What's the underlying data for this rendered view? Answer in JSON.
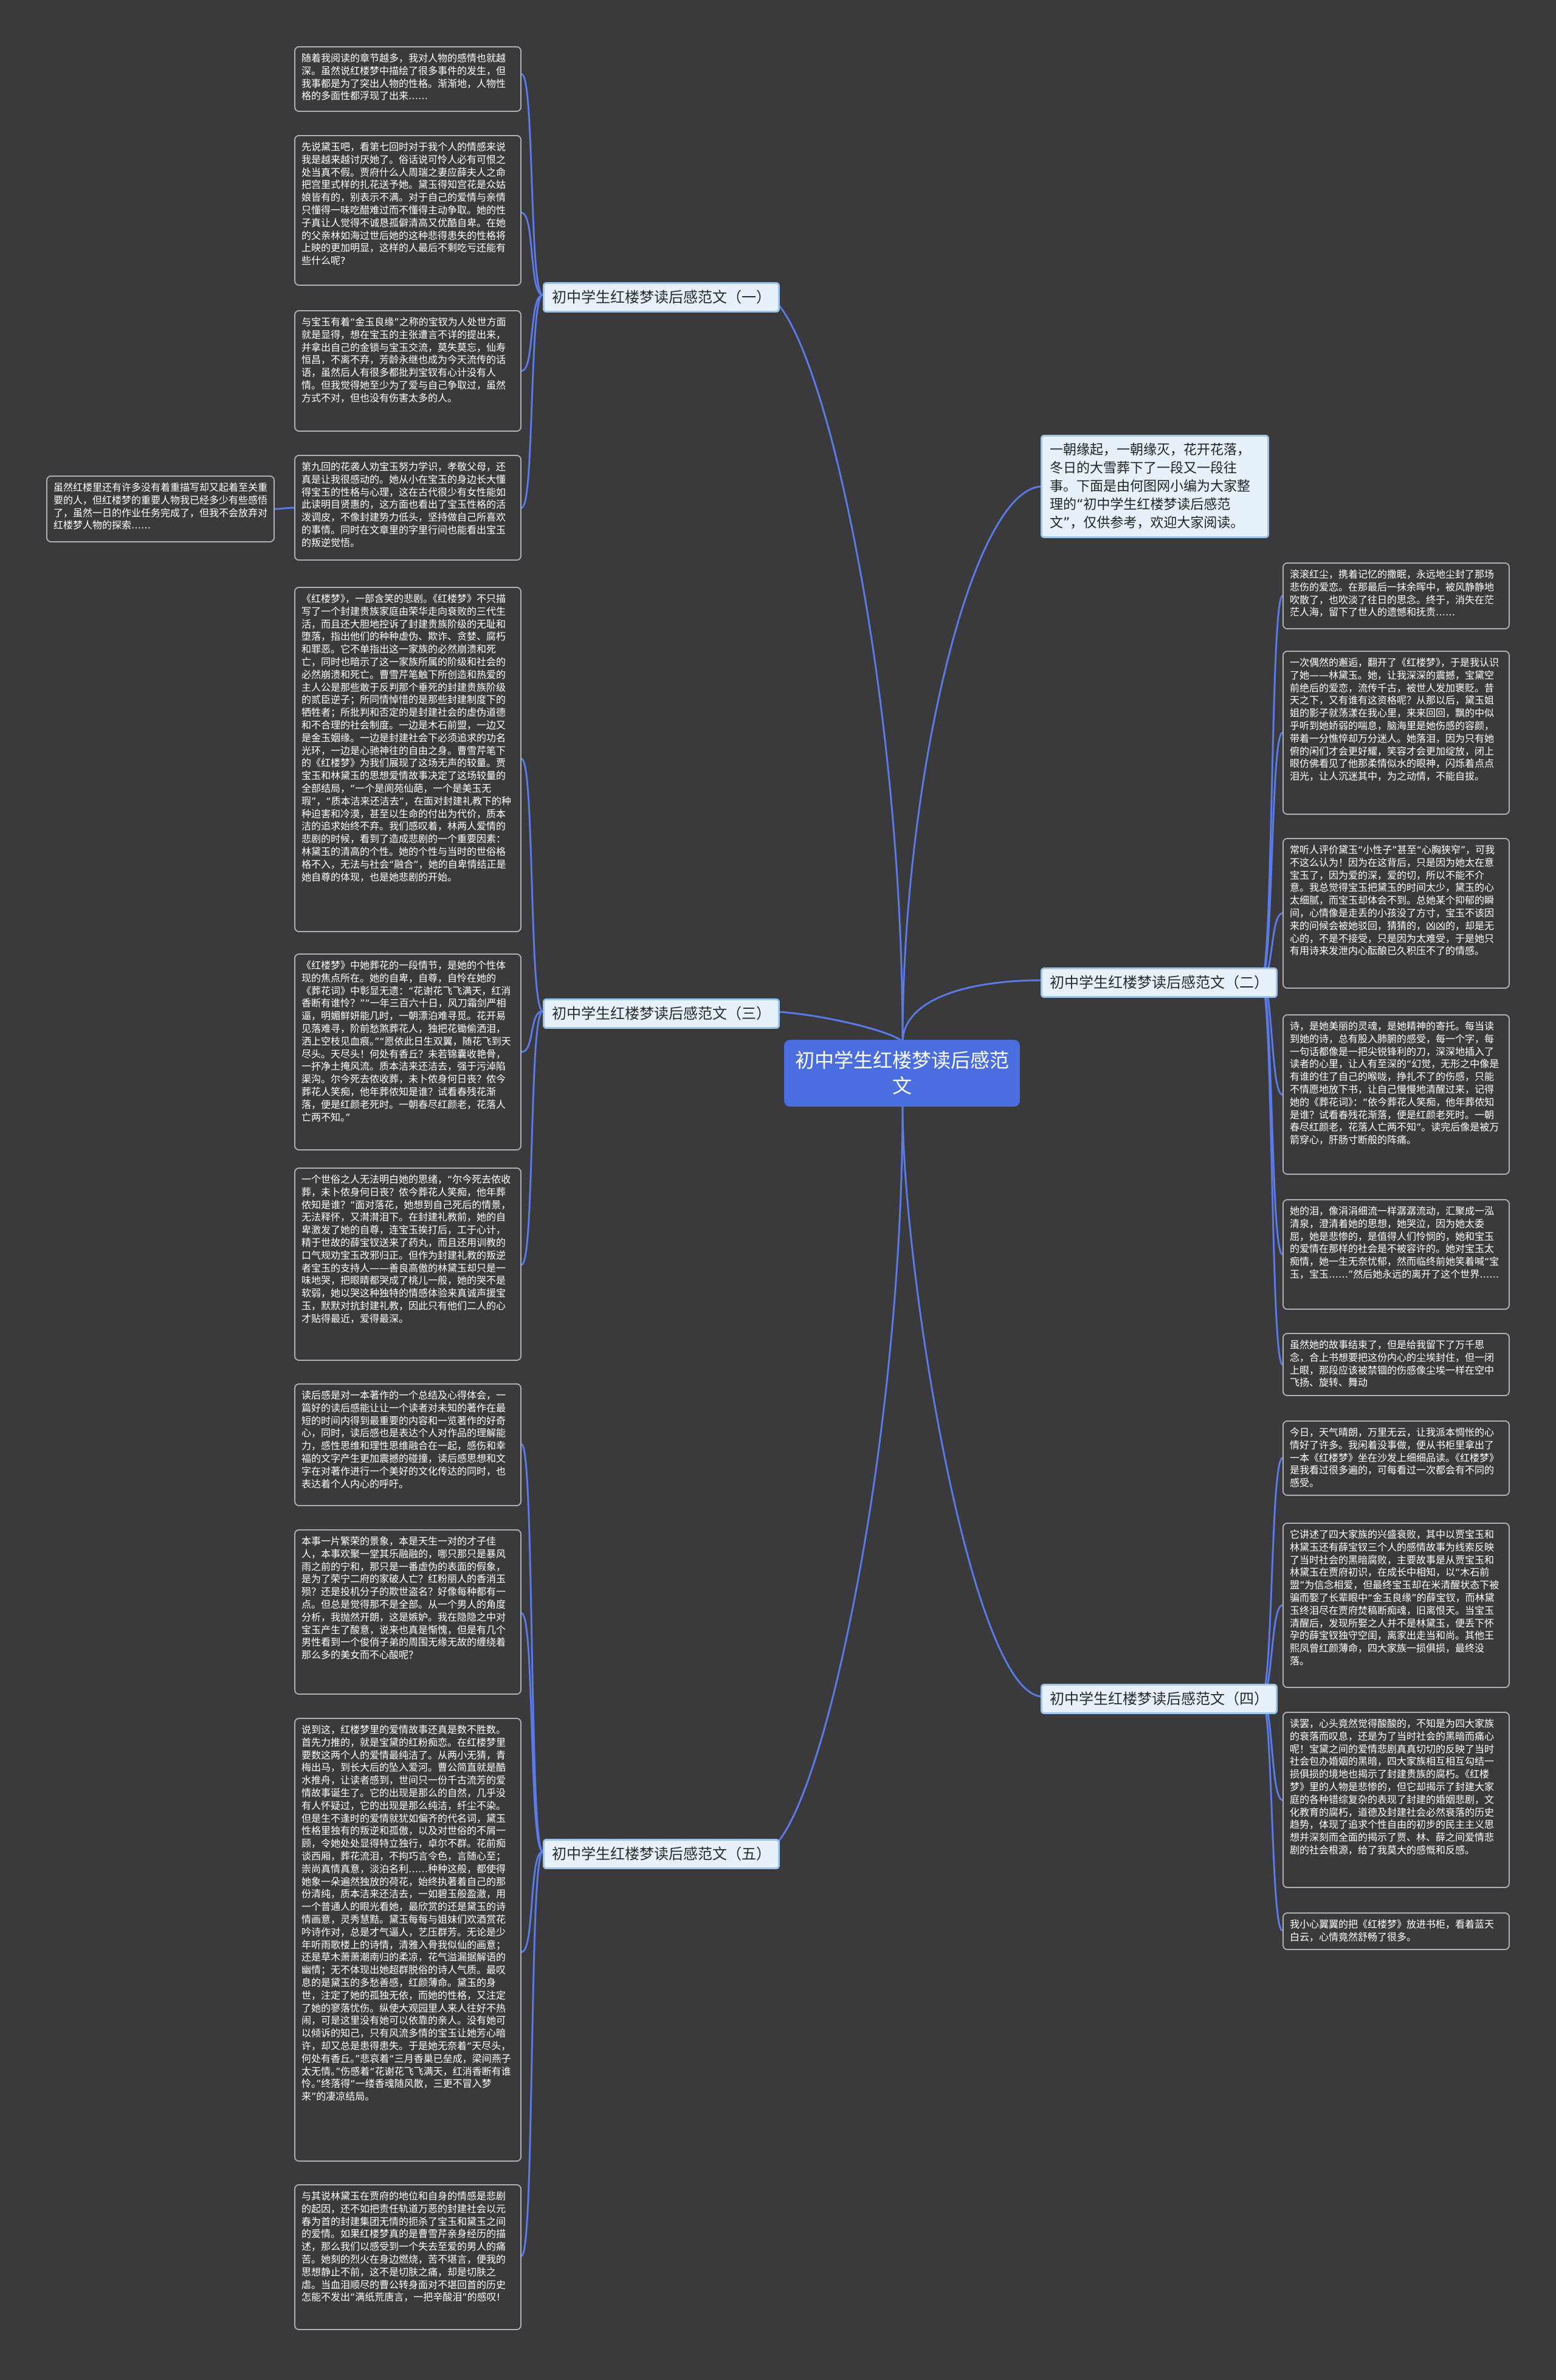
{
  "root": {
    "label": "初中学生红楼梦读后感范文"
  },
  "intro": {
    "text": "一朝缘起，一朝缘灭，花开花落，冬日的大雪葬下了一段又一段往事。下面是由何图网小编为大家整理的“初中学生红楼梦读后感范文”，仅供参考，欢迎大家阅读。"
  },
  "branches": [
    {
      "label": "初中学生红楼梦读后感范文（一）"
    },
    {
      "label": "初中学生红楼梦读后感范文（二）"
    },
    {
      "label": "初中学生红楼梦读后感范文（三）"
    },
    {
      "label": "初中学生红楼梦读后感范文（四）"
    },
    {
      "label": "初中学生红楼梦读后感范文（五）"
    }
  ],
  "leaves": {
    "b1": [
      "随着我阅读的章节越多，我对人物的感情也就越深。虽然说红楼梦中描绘了很多事件的发生，但我事都是为了突出人物的性格。渐渐地，人物性格的多面性都浮现了出来……",
      "先说黛玉吧，看第七回时对于我个人的情感来说我是越来越讨厌她了。俗话说可怜人必有可恨之处当真不假。贾府什么人周瑞之妻应薛夫人之命把宫里式样的扎花送予她。黛玉得知宫花是众姑娘皆有的，别表示不满。对于自己的爱情与亲情只懂得一味吃醋难过而不懂得主动争取。她的性子真让人觉得不诚恳孤僻清高又优酷自卑。在她的父亲林如海过世后她的这种悲得患失的性格将上映的更加明显，这样的人最后不剩吃亏还能有些什么呢?",
      "与宝玉有着“金玉良缘”之称的宝钗为人处世方面就是显得，想在宝玉的主张遭言不详的提出来，并拿出自己的金锁与宝玉交流，莫失莫忘，仙寿恒昌，不离不弃，芳龄永继也成为今天流传的话语，虽然后人有很多都批判宝钗有心计没有人情。但我觉得她至少为了爱与自己争取过，虽然方式不对，但也没有伤害太多的人。",
      "第九回的花袭人劝宝玉努力学识，孝敬父母，还真是让我很感动的。她从小在宝玉的身边长大懂得宝玉的性格与心理，这在古代很少有女性能如此读明目贤惠的，这方面也看出了宝玉性格的活泼调皮，不像封建势力低头，坚持做自己所喜欢的事情。同时在文章里的字里行间也能看出宝玉的叛逆觉悟。"
    ],
    "b1_sub": "虽然红楼里还有许多没有着重描写却又起着至关重要的人，但红楼梦的重要人物我已经多少有些感悟了，虽然一日的作业任务完成了，但我不会放弃对红楼梦人物的探索……",
    "b2": [
      "滚滚红尘，携着记忆的撒眠，永远地尘封了那场悲伤的爱恋。在那最后一抹余晖中，被风静静地吹散了，也吹淡了往日的思念。终于，消失在茫茫人海，留下了世人的遗憾和抚责……",
      "一次偶然的邂逅，翻开了《红楼梦》，于是我认识了她——林黛玉。她，让我深深的震撼，宝黛空前绝后的爱恋，流传千古，被世人发加褒贬。昔天之下，又有谁有这资格呢？从那以后，黛玉姐姐的影子就荡漾在我心里，来来回回，飘的中似乎听到她娇弱的喘息，脑海里是她伤感的容颜，带着一分憔悴却万分迷人。她落泪，因为只有她俯的闲们才会更好耀，笑容才会更加绽放，闭上眼仿佛看见了他那柔情似水的眼神，闪烁着点点泪光，让人沉迷其中，为之动情，不能自拔。",
      "常听人评价黛玉“小性子”甚至“心胸狭窄”，可我不这么认为！因为在这背后，只是因为她太在意宝玉了，因为爱的深，爱的切，所以不能不介意。我总觉得宝玉把黛玉的时间太少，黛玉的心太细腻，而宝玉却体会不到。总她某个抑郁的瞬间，心情像是走丢的小孩没了方寸，宝玉不该因来的问候会被她驳回，猜猜的，凶凶的，却是无心的，不是不接受，只是因为太难受，于是她只有用诗来发泄内心酝酿已久积压不了的情感。",
      "诗，是她美丽的灵魂，是她精神的寄托。每当读到她的诗，总有股入肺腑的感受，每一个字，每一句话都像是一把尖锐锋利的刀，深深地插入了读者的心里，让人有至深的“幻觉，无形之中像是有谁的住了自己的喉咙，挣扎不了的伤感，只能不情愿地放下书，让自己慢慢地清醒过来，记得她的《葬花词》：“依今葬花人笑痴，他年葬侬知是谁？试看春残花渐落，便是红颜老死时。一朝春尽红颜老，花落人亡两不知”。读完后像是被万箭穿心，肝肠寸断般的阵痛。",
      "她的泪，像涓涓细流一样潺潺流动，汇聚成一泓清泉，澄清着她的思想，她哭泣，因为她太委屈，她是悲惨的，是值得人们怜悯的，她和宝玉的爱情在那样的社会是不被容许的。她对宝玉太痴情，她一生无奈忧郁，然而临终前她笑着喊“宝玉，宝玉……”然后她永远的离开了这个世界……",
      "虽然她的故事结束了，但是给我留下了万千思念，合上书想要把这份内心的尘埃封住，但一闭上眼，那段应该被禁锢的伤感像尘埃一样在空中飞扬、旋转、舞动"
    ],
    "b3": [
      "《红楼梦》，一部含笑的悲剧。《红楼梦》不只描写了一个封建贵族家庭由荣华走向衰败的三代生活，而且还大胆地控诉了封建贵族阶级的无耻和堕落，指出他们的种种虚伪、欺诈、贪婪、腐朽和罪恶。它不单指出这一家族的必然崩溃和死亡，同时也暗示了这一家族所属的阶级和社会的必然崩溃和死亡。曹雪芹笔触下所创造和热爱的主人公是那些敢于反判那个垂死的封建贵族阶级的贰臣逆子；所同情悼惜的是那些封建制度下的牺牲者；所批判和否定的是封建社会的虚伪道德和不合理的社会制度。一边是木石前盟，一边又是金玉姻缘。一边是封建社会下必须追求的功名光环，一边是心驰神往的自由之身。曹雪芹笔下的《红楼梦》为我们展现了这场无声的较量。贾宝玉和林黛玉的思想爱情故事决定了这场较量的全部结局，“一个是阆苑仙葩，一个是美玉无瑕”，“质本洁来还洁去”，在面对封建礼教下的种种迫害和冷漠，甚至以生命的付出为代价，质本洁的追求始终不弃。我们感叹着，林两人爱情的悲剧的时候，看到了造成悲剧的一个重要因素：林黛玉的清高的个性。她的个性与当时的世俗格格不入，无法与社会“融合”，她的自卑情结正是她自尊的体现，也是她悲剧的开始。",
      "《红楼梦》中她葬花的一段情节，是她的个性体现的焦点所在。她的自卑，自尊，自怜在她的《葬花词》中彰显无遗：“花谢花飞飞满天，红消香断有谁怜？”“一年三百六十日，风刀霜剑严相逼，明媚鲜妍能几时，一朝漂泊难寻觅。花开易见落难寻，阶前愁煞葬花人，独把花锄偷洒泪，洒上空枝见血痕。”“愿依此日生双翼，随花飞到天尽头。天尽头！何处有香丘？未若锦囊收艳骨，一抔净土掩风流。质本洁来还洁去，强于污淖陷渠沟。尔今死去侬收葬，未卜侬身何日丧？侬今葬花人笑痴，他年葬侬知是谁？试看春残花渐落，便是红颜老死时。一朝春尽红颜老，花落人亡两不知。”",
      "一个世俗之人无法明白她的思绪，“尔今死去侬收葬，未卜侬身何日丧？侬今葬花人笑痴，他年葬侬知是谁？”面对落花，她想到自己死后的情景，无法释怀，又潸潸泪下。在封建礼教前，她的自卑激发了她的自尊，连宝玉挨打后，工于心计，精于世故的薛宝钗送来了药丸，而且还用训教的口气规劝宝玉改邪归正。但作为封建礼教的叛逆者宝玉的支持人——善良高傲的林黛玉却只是一味地哭，把眼睛都哭成了桃儿一般，她的哭不是软弱，她以哭这种独特的情感体验来真诚声援宝玉，默默对抗封建礼教，因此只有他们二人的心才贴得最近，爱得最深。"
    ],
    "b4": [
      "今日，天气晴朗，万里无云，让我派本惆怅的心情好了许多。我闲着没事做，便从书柜里拿出了一本《红楼梦》坐在沙发上细细品读。《红楼梦》是我看过很多遍的，可每看过一次都会有不同的感受。",
      "它讲述了四大家族的兴盛衰败，其中以贾宝玉和林黛玉还有薛宝钗三个人的感情故事为线索反映了当时社会的黑暗腐败，主要故事是从贾宝玉和林黛玉在贾府初识，在成长中相知，以“木石前盟”为信念相爱，但最终宝玉却在米清醒状态下被骗而娶了长辈眼中“金玉良缘”的薛宝钗，而林黛玉终泪尽在贾府焚稿断痴魂，旧离恨天。当宝玉清醒后，发现所娶之人并不是林黛玉，便丢下怀孕的薛宝钗独守空闺，离家出走当和尚。其他王熙凤曾红颜薄命，四大家族一损俱损，最终没落。",
      "读罢，心头竟然觉得酸酸的，不知是为四大家族的衰落而叹息，还是为了当时社会的黑暗而痛心呢！宝黛之间的爱情悲剧真真切切的反映了当时社会包办婚姻的黑暗，四大家族相互相互勾结一损俱损的境地也揭示了封建贵族的腐朽。《红楼梦》里的人物是悲惨的，但它却揭示了封建大家庭的各种错综复杂的表现了封建的婚姻悲剧，文化教育的腐朽，道德及封建社会必然衰落的历史趋势，体现了追求个性自由的初步的民主主义思想并深刻而全面的揭示了贾、林、薛之间爱情悲剧的社会根源，给了我莫大的感慨和反感。",
      "我小心翼翼的把《红楼梦》放进书柜，看着蓝天白云，心情竟然舒畅了很多。"
    ],
    "b5": [
      "读后感是对一本著作的一个总结及心得体会，一篇好的读后感能让让一个读者对未知的著作在最短的时间内得到最重要的内容和一览著作的好奇心，同时，读后感也是表达个人对作品的理解能力，感性思维和理性思维融合在一起，感伤和幸福的文字产生更加震撼的碰撞，读后感思想和文字在对著作进行一个美好的文化传达的同时，也表达着个人内心的呼吁。",
      "本事一片繁荣的景象，本是天生一对的才子佳人，本事欢聚一堂其乐融融的，哪只那只是暴风雨之前的宁和，那只是一番虚伪的表面的假象，是为了荣宁二府的家破人亡？红粉丽人的香消玉殒？还是投机分子的欺世盗名？好像每种都有一点。但总是觉得那不是全部。从一个男人的角度分析，我抛然开朗，这是嫉妒。我在隐隐之中对宝玉产生了酸意，说来也真是惭愧，但是有几个男性看到一个俊俏子弟的周围无缘无故的缠绕着那么多的美女而不心酸呢？",
      "说到这，红楼梦里的爱情故事还真是数不胜数。首先力推的，就是宝黛的红粉痴恋。在红楼梦里要数这两个人的爱情最纯洁了。从两小无猜，青梅出马，到长大后的坠入爱河。曹公简直就是酷水推舟，让读者感到，世间只一份千古流芳的爱情故事诞生了。它的出现是那么的自然，几乎没有人怀疑过，它的出现是那么纯洁，纤尘不染。但是生不逢时的爱情就犹如偏齐的代名词，黛玉性格里独有的叛逆和孤傲，以及对世俗的不屑一顾，令她处处显得特立独行，卓尔不群。花前痴谈西厢，葬花流泪，不拘巧言令色，言随心至；崇尚真情真意，淡泊名利……种种这般，都使得她象一朵遍然独放的荷花，始终执著着自己的那份清纯，质本洁来还洁去，一如碧玉般盈澈，用一个普通人的眼光看她，最欣赏的还是黛玉的诗情画意，灵秀慧黠。黛玉每每与姐妹们欢酒赏花吟诗作对，总是才气逼人，艺压群芳。无论是少年听雨歌楼上的诗情，清雅入骨我似仙的画意；还是草木萧萧潮南归的柔凉，花气溢漏据解语的幽情；无不体现出她超群脱俗的诗人气质。最叹息的是黛玉的多愁善感，红颜薄命。黛玉的身世，注定了她的孤独无依，而她的性格，又注定了她的寥落忧伤。纵使大观园里人来人往好不热闹，可是这里没有她可以依靠的亲人。没有她可以倾诉的知己，只有风流多情的宝玉让她芳心暗许，却又总是患得患失。于是她无奈着“天尽头，何处有香丘。”悲哀着“三月香巢已垒成，梁间燕子太无情。”伤感着“花谢花飞飞满天，红消香断有谁怜。”终落得“一缕香魂随风散，三更不冒入梦来”的凄凉结局。",
      "与其说林黛玉在贾府的地位和自身的情感是悲剧的起因，还不如把责任轨道万恶的封建社会以元春为首的封建集团无情的扼杀了宝玉和黛玉之间的爱情。如果红楼梦真的是曹雪芹亲身经历的描述，那么我们以感受到一个失去至爱的男人的痛苦。她刻的烈火在身边燃烧，苦不堪言，便我的思想静止不前，这不是切肤之痛，却是切肤之虐。当血泪顺尽的曹公转身面对不堪回首的历史怎能不发出“满纸荒唐言，一把辛酸泪”的感叹!"
    ]
  },
  "colors": {
    "background": "#3a3a3d",
    "root_fill": "#4a6ee0",
    "branch_fill": "#e6f1fb",
    "branch_border": "#9cc3ea",
    "link": "#5a7be8",
    "leaf_border": "#aeb1b7"
  }
}
